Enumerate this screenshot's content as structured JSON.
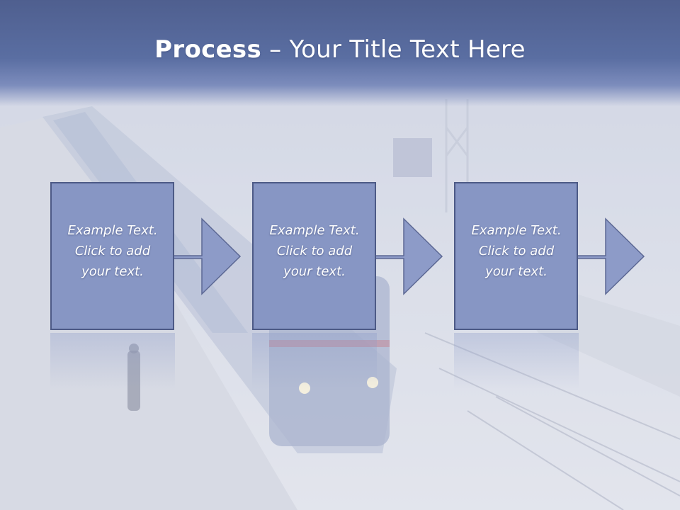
{
  "slide": {
    "title_bold": "Process",
    "title_rest": " – Your Title Text Here",
    "colors": {
      "title_band": "#5a6ea2",
      "box_fill": "#8796c4",
      "box_border": "#4d5a86",
      "arrow_fill": "#8d9bc8"
    }
  },
  "steps": [
    {
      "lines": [
        "Example Text.",
        "Click  to add",
        "your text."
      ],
      "arrow_icon": "right-arrow-icon"
    },
    {
      "lines": [
        "Example Text.",
        "Click  to add",
        "your text."
      ],
      "arrow_icon": "right-arrow-icon"
    },
    {
      "lines": [
        "Example Text.",
        "Click  to add",
        "your text."
      ],
      "arrow_icon": "right-arrow-icon"
    }
  ]
}
